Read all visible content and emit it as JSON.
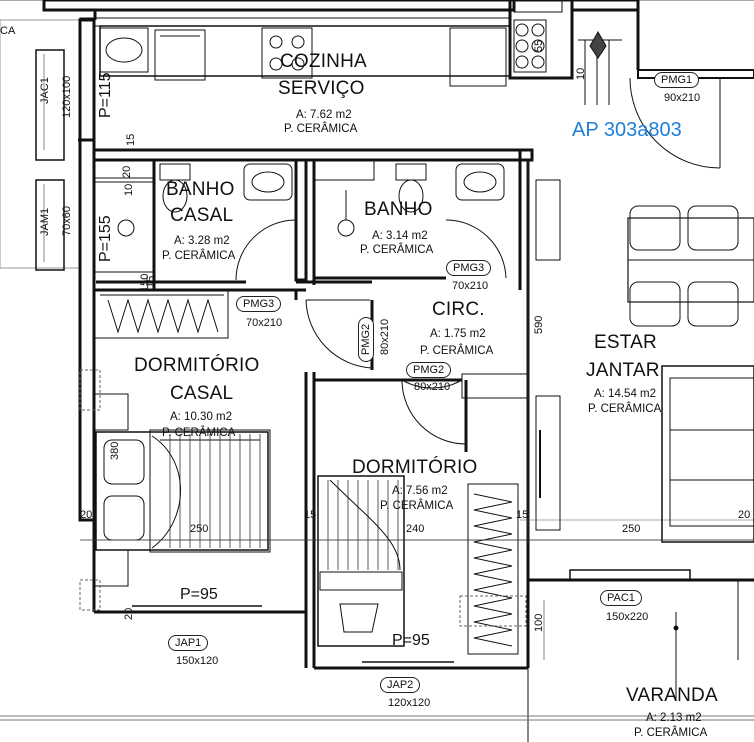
{
  "apartment": {
    "code": "AP 303a803",
    "color": "#1e7fd8"
  },
  "rooms": {
    "cozinha": {
      "name1": "COZINHA",
      "name2": "SERVIÇO",
      "area": "A: 7.62 m2",
      "floor": "P. CERÂMICA"
    },
    "banho_casal": {
      "name1": "BANHO",
      "name2": "CASAL",
      "area": "A: 3.28 m2",
      "floor": "P. CERÂMICA"
    },
    "banho": {
      "name": "BANHO",
      "area": "A: 3.14 m2",
      "floor": "P. CERÂMICA"
    },
    "circ": {
      "name": "CIRC.",
      "area": "A: 1.75 m2",
      "floor": "P. CERÂMICA"
    },
    "estar": {
      "name1": "ESTAR",
      "name2": "JANTAR",
      "area": "A: 14.54 m2",
      "floor": "P. CERÂMICA"
    },
    "dorm_casal": {
      "name1": "DORMITÓRIO",
      "name2": "CASAL",
      "area": "A: 10.30 m2",
      "floor": "P. CERÂMICA"
    },
    "dormitorio": {
      "name": "DORMITÓRIO",
      "area": "A: 7.56 m2",
      "floor": "P. CERÂMICA"
    },
    "varanda": {
      "name": "VARANDA",
      "area": "A: 2.13 m2",
      "floor": "P. CERÂMICA"
    }
  },
  "openings": {
    "pmg1": {
      "code": "PMG1",
      "size": "90x210"
    },
    "pmg3_a": {
      "code": "PMG3",
      "size": "70x210"
    },
    "pmg3_b": {
      "code": "PMG3",
      "size": "70x210"
    },
    "pmg2_a": {
      "code": "PMG2",
      "size": "80x210"
    },
    "pmg2_b": {
      "code": "PMG2",
      "size": "80x210"
    },
    "pac1": {
      "code": "PAC1",
      "size": "150x220"
    },
    "jap1": {
      "code": "JAP1",
      "size": "150x120"
    },
    "jap2": {
      "code": "JAP2",
      "size": "120x120"
    },
    "jac1": {
      "code": "JAC1",
      "size": "120x100"
    },
    "jam1": {
      "code": "JAM1",
      "size": "70x60"
    }
  },
  "dimensions": {
    "p115": "P=115",
    "p155": "P=155",
    "p95_a": "P=95",
    "p95_b": "P=95",
    "d20_a": "20",
    "d20_b": "20",
    "d20_c": "20",
    "d20_d": "20",
    "d15_a": "15",
    "d15_b": "15",
    "d15_c": "15",
    "d15_d": "15",
    "d250_a": "250",
    "d250_b": "250",
    "d240": "240",
    "d590": "590",
    "d380": "380",
    "d100": "100",
    "d150": "150",
    "d10_a": "10",
    "d10_b": "10",
    "d55": "55"
  },
  "edge_text": {
    "left_label": "CA"
  }
}
